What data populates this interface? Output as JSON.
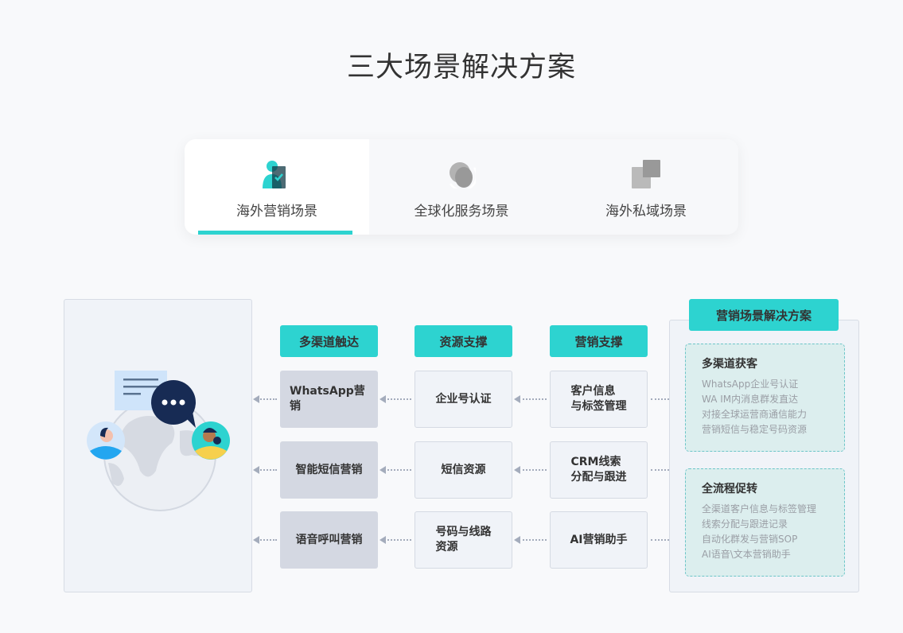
{
  "title": "三大场景解决方案",
  "tabs": [
    {
      "label": "海外营销场景",
      "icon": "user-check-icon",
      "active": true
    },
    {
      "label": "全球化服务场景",
      "icon": "globe-orbit-icon"
    },
    {
      "label": "海外私域场景",
      "icon": "overlapping-squares-icon"
    }
  ],
  "columns": [
    "多渠道触达",
    "资源支撑",
    "营销支撑"
  ],
  "rows": [
    [
      "WhatsApp营销",
      "企业号认证",
      "客户信息\n与标签管理"
    ],
    [
      "智能短信营销",
      "短信资源",
      "CRM线索\n分配与跟进"
    ],
    [
      "语音呼叫营销",
      "号码与线路\n资源",
      "AI营销助手"
    ]
  ],
  "solution": {
    "title": "营销场景解决方案",
    "groups": [
      {
        "title": "多渠道获客",
        "items": [
          "WhatsApp企业号认证",
          "WA IM内消息群发直达",
          "对接全球运营商通信能力",
          "营销短信与稳定号码资源"
        ]
      },
      {
        "title": "全流程促转",
        "items": [
          "全渠道客户信息与标签管理",
          "线索分配与跟进记录",
          "自动化群发与营销SOP",
          "AI语音\\文本营销助手"
        ]
      }
    ]
  },
  "colors": {
    "accent": "#2dd3d0",
    "navy": "#172b54"
  }
}
